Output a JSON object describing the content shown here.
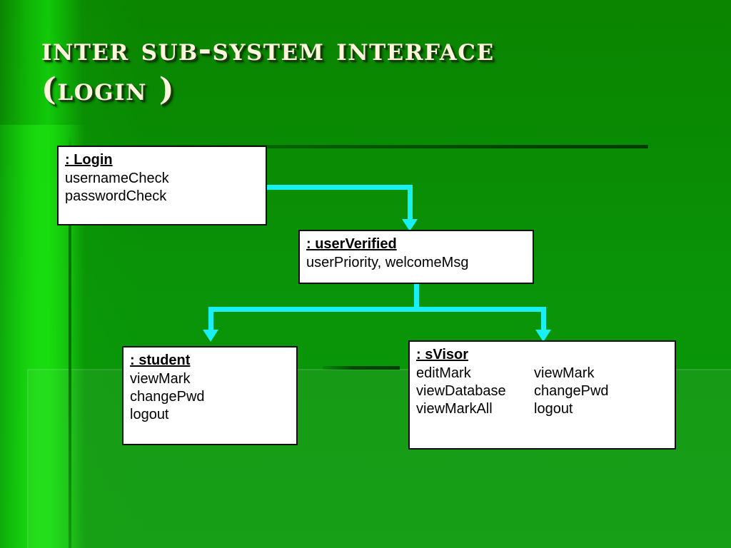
{
  "slide": {
    "title": "Inter Sub-System Interface\n(Login )",
    "background_color": "#0a8e08",
    "accent_color": "#18f0f4",
    "title_color": "#fdf6dd"
  },
  "diagram": {
    "type": "uml-object-flow",
    "boxes": [
      {
        "id": "login",
        "header": ": Login",
        "lines": [
          "usernameCheck",
          "passwordCheck"
        ]
      },
      {
        "id": "userVerified",
        "header": ": userVerified",
        "lines": [
          "userPriority, welcomeMsg"
        ]
      },
      {
        "id": "student",
        "header": ": student",
        "lines": [
          "viewMark",
          "changePwd",
          "logout"
        ]
      },
      {
        "id": "sVisor",
        "header": ": sVisor",
        "column1": [
          "editMark",
          "viewDatabase",
          "viewMarkAll"
        ],
        "column2": [
          "viewMark",
          "changePwd",
          "logout"
        ]
      }
    ],
    "connectors": [
      {
        "from": "login",
        "to": "userVerified",
        "style": "elbow-right-down",
        "color": "#18f0f4"
      },
      {
        "from": "userVerified",
        "to": "student",
        "style": "split-down-left",
        "color": "#18f0f4"
      },
      {
        "from": "userVerified",
        "to": "sVisor",
        "style": "split-down-right",
        "color": "#18f0f4"
      }
    ]
  }
}
